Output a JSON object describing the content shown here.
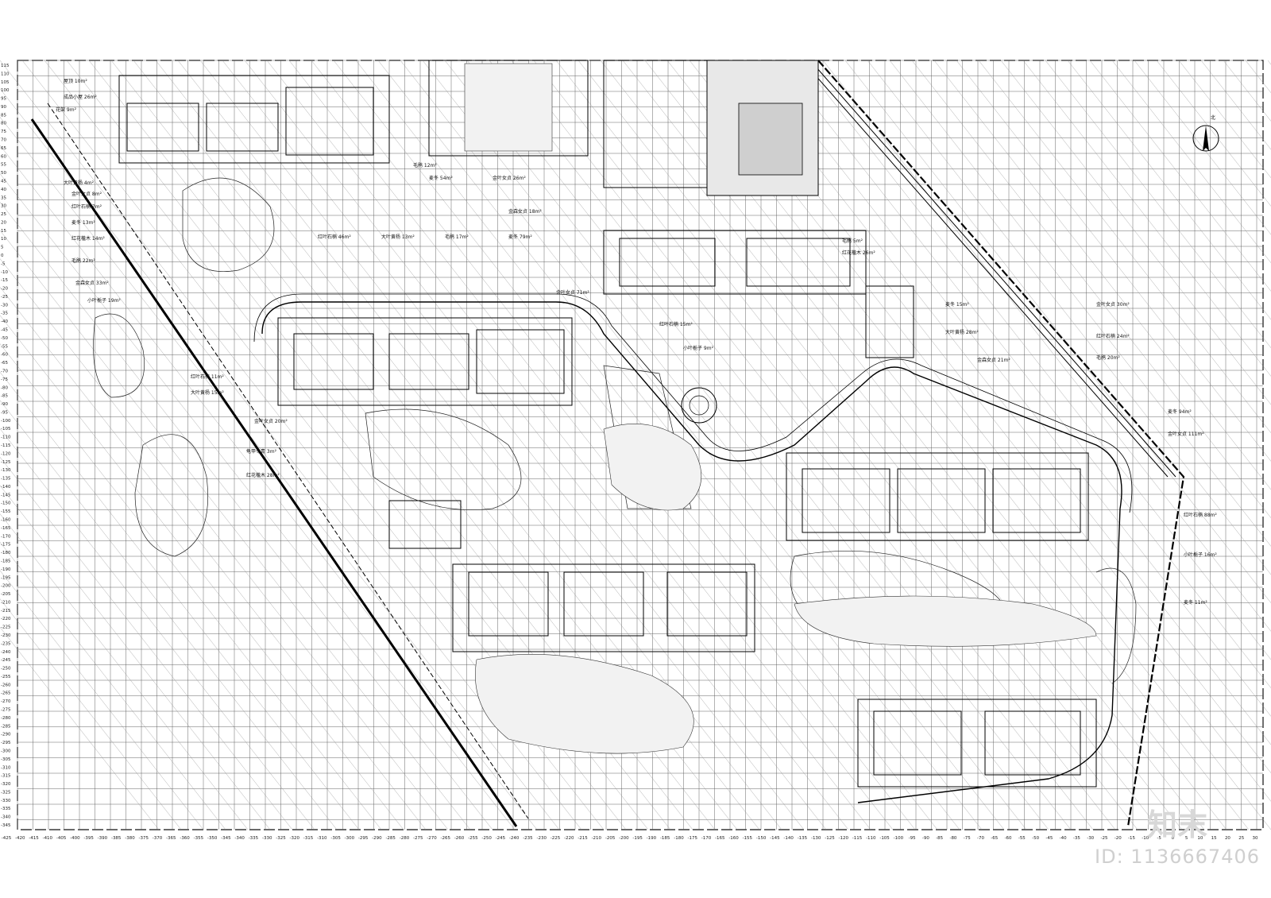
{
  "watermark": {
    "brand": "知末",
    "id_text": "ID: 1136667406"
  },
  "north_label": "北",
  "plan_labels": [
    "屋顶 10m²",
    "成品小屋 26m²",
    "花架 9m²",
    "大叶黄杨 4m²",
    "金叶女贞 8m²",
    "红叶石楠 7m²",
    "麦冬 13m²",
    "红花檵木 14m²",
    "毛鹃 22m²",
    "金森女贞 33m²",
    "小叶栀子 19m²",
    "红叶石楠 11m²",
    "大叶黄杨 15m²",
    "金叶女贞 20m²",
    "龟甲冬青 3m²",
    "红花檵木 28m²",
    "毛鹃 12m²",
    "麦冬 54m²",
    "金叶女贞 26m²",
    "金森女贞 18m²",
    "红叶石楠 46m²",
    "大叶黄杨 13m²",
    "毛鹃 17m²",
    "麦冬 79m²",
    "金叶女贞 71m²",
    "红叶石楠 15m²",
    "小叶栀子 9m²",
    "毛鹃 5m²",
    "红花檵木 26m²",
    "麦冬 15m²",
    "大叶黄杨 28m²",
    "金森女贞 21m²",
    "金叶女贞 30m²",
    "红叶石楠 24m²",
    "毛鹃 20m²",
    "麦冬 94m²",
    "金叶女贞 111m²",
    "红叶石楠 88m²",
    "小叶栀子 16m²",
    "麦冬 11m²"
  ],
  "axis_ticks": [
    "-425",
    "-420",
    "-415",
    "-410",
    "-405",
    "-400",
    "-395",
    "-390",
    "-385",
    "-380",
    "-375",
    "-370",
    "-365",
    "-360",
    "-355",
    "-350",
    "-345",
    "-340",
    "-335",
    "-330",
    "-325",
    "-320",
    "-315",
    "-310",
    "-305",
    "-300",
    "-295",
    "-290",
    "-285",
    "-280",
    "-275",
    "-270",
    "-265",
    "-260",
    "-255",
    "-250",
    "-245",
    "-240",
    "-235",
    "-230",
    "-225",
    "-220",
    "-215",
    "-210",
    "-205",
    "-200",
    "-195",
    "-190",
    "-185",
    "-180",
    "-175",
    "-170",
    "-165",
    "-160",
    "-155",
    "-150",
    "-145",
    "-140",
    "-135",
    "-130",
    "-125",
    "-120",
    "-115",
    "-110",
    "-105",
    "-100",
    "-95",
    "-90",
    "-85",
    "-80",
    "-75",
    "-70",
    "-65",
    "-60",
    "-55",
    "-50",
    "-45",
    "-40",
    "-35",
    "-30",
    "-25",
    "-20",
    "-15",
    "-10",
    "-5",
    "0",
    "5",
    "10",
    "15",
    "20",
    "25",
    "30"
  ],
  "side_ticks": [
    "115",
    "110",
    "105",
    "100",
    "95",
    "90",
    "85",
    "80",
    "75",
    "70",
    "65",
    "60",
    "55",
    "50",
    "45",
    "40",
    "35",
    "30",
    "25",
    "20",
    "15",
    "10",
    "5",
    "0",
    "-5",
    "-10",
    "-15",
    "-20",
    "-25",
    "-30",
    "-35",
    "-40",
    "-45",
    "-50",
    "-55",
    "-60",
    "-65",
    "-70",
    "-75",
    "-80",
    "-85",
    "-90",
    "-95",
    "-100",
    "-105",
    "-110",
    "-115",
    "-120",
    "-125",
    "-130",
    "-135",
    "-140",
    "-145",
    "-150",
    "-155",
    "-160",
    "-165",
    "-170",
    "-175",
    "-180",
    "-185",
    "-190",
    "-195",
    "-200",
    "-205",
    "-210",
    "-215",
    "-220",
    "-225",
    "-230",
    "-235",
    "-240",
    "-245",
    "-250",
    "-255",
    "-260",
    "-265",
    "-270",
    "-275",
    "-280",
    "-285",
    "-290",
    "-295",
    "-300",
    "-305",
    "-310",
    "-315",
    "-320",
    "-325",
    "-330",
    "-335",
    "-340",
    "-345"
  ]
}
